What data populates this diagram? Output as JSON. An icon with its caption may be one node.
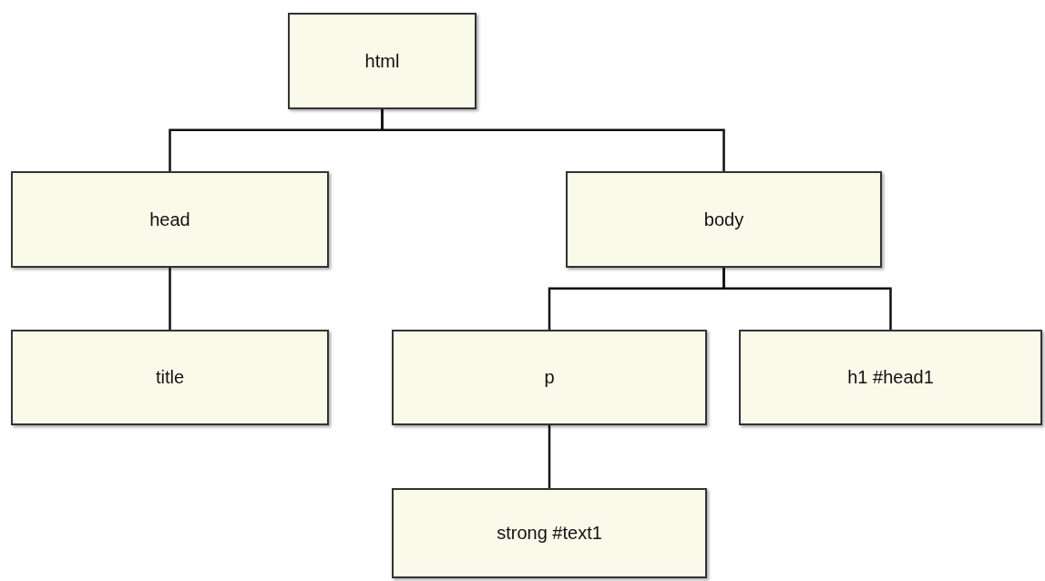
{
  "diagram": {
    "nodes": [
      {
        "text": [
          "html"
        ]
      },
      {
        "text": [
          "head"
        ]
      },
      {
        "text": [
          "body"
        ]
      },
      {
        "text": [
          "title"
        ]
      },
      {
        "text": [
          "p"
        ]
      },
      {
        "text": [
          "h1 #head1"
        ]
      },
      {
        "text": [
          "strong #text1"
        ]
      }
    ],
    "edges": [
      {
        "from": 0,
        "to": 1,
        "arrow": "none"
      },
      {
        "from": 0,
        "to": 2,
        "arrow": "none"
      },
      {
        "from": 1,
        "to": 3,
        "arrow": "none"
      },
      {
        "from": 2,
        "to": 4,
        "arrow": "none"
      },
      {
        "from": 2,
        "to": 5,
        "arrow": "none"
      },
      {
        "from": 4,
        "to": 6,
        "arrow": "none"
      }
    ]
  }
}
